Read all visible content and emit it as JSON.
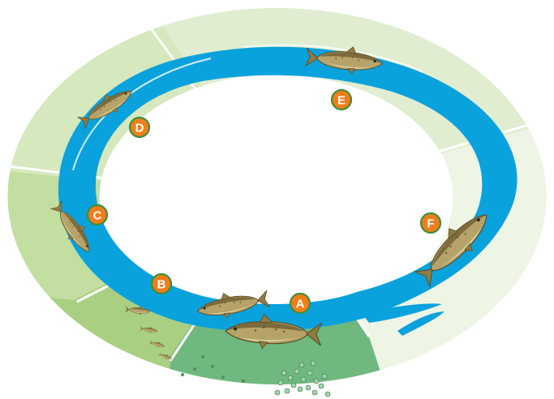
{
  "colors": {
    "background": "#ffffff",
    "ring_light": "#e6f0d6",
    "ring_mid": "#cfe3b2",
    "ring_dark": "#a9cf83",
    "ring_darker": "#8dbf66",
    "gravel": "#6fb87f",
    "river": "#0aa2dd",
    "badge_fill": "#f07d1b",
    "badge_stroke": "#3f8f3a",
    "fish_body": "#b5a36a",
    "fish_back": "#7d6b3b",
    "fish_belly": "#e3d7a6"
  },
  "stages": [
    {
      "id": "a",
      "letter": "A",
      "subject": "spawning-adults-and-eggs"
    },
    {
      "id": "b",
      "letter": "B",
      "subject": "alevin-fry"
    },
    {
      "id": "c",
      "letter": "C",
      "subject": "parr"
    },
    {
      "id": "d",
      "letter": "D",
      "subject": "smolt"
    },
    {
      "id": "e",
      "letter": "E",
      "subject": "ocean-adult"
    },
    {
      "id": "f",
      "letter": "F",
      "subject": "returning-adult"
    }
  ]
}
